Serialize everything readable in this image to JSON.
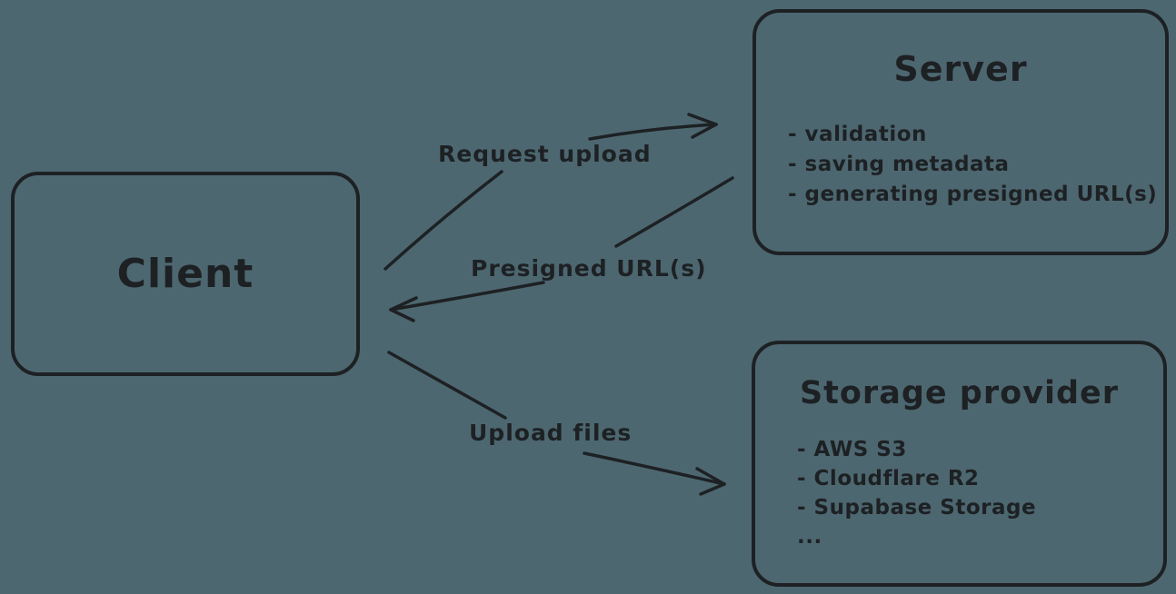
{
  "colors": {
    "background": "#4d6770",
    "ink": "#1d2124"
  },
  "nodes": {
    "client": {
      "title": "Client"
    },
    "server": {
      "title": "Server",
      "items": [
        "- validation",
        "- saving metadata",
        "- generating presigned URL(s)"
      ]
    },
    "storage": {
      "title": "Storage provider",
      "items": [
        "- AWS S3",
        "- Cloudflare R2",
        "- Supabase Storage",
        "..."
      ]
    }
  },
  "edges": [
    {
      "id": "request-upload",
      "label": "Request upload"
    },
    {
      "id": "presigned-urls",
      "label": "Presigned URL(s)"
    },
    {
      "id": "upload-files",
      "label": "Upload files"
    }
  ]
}
